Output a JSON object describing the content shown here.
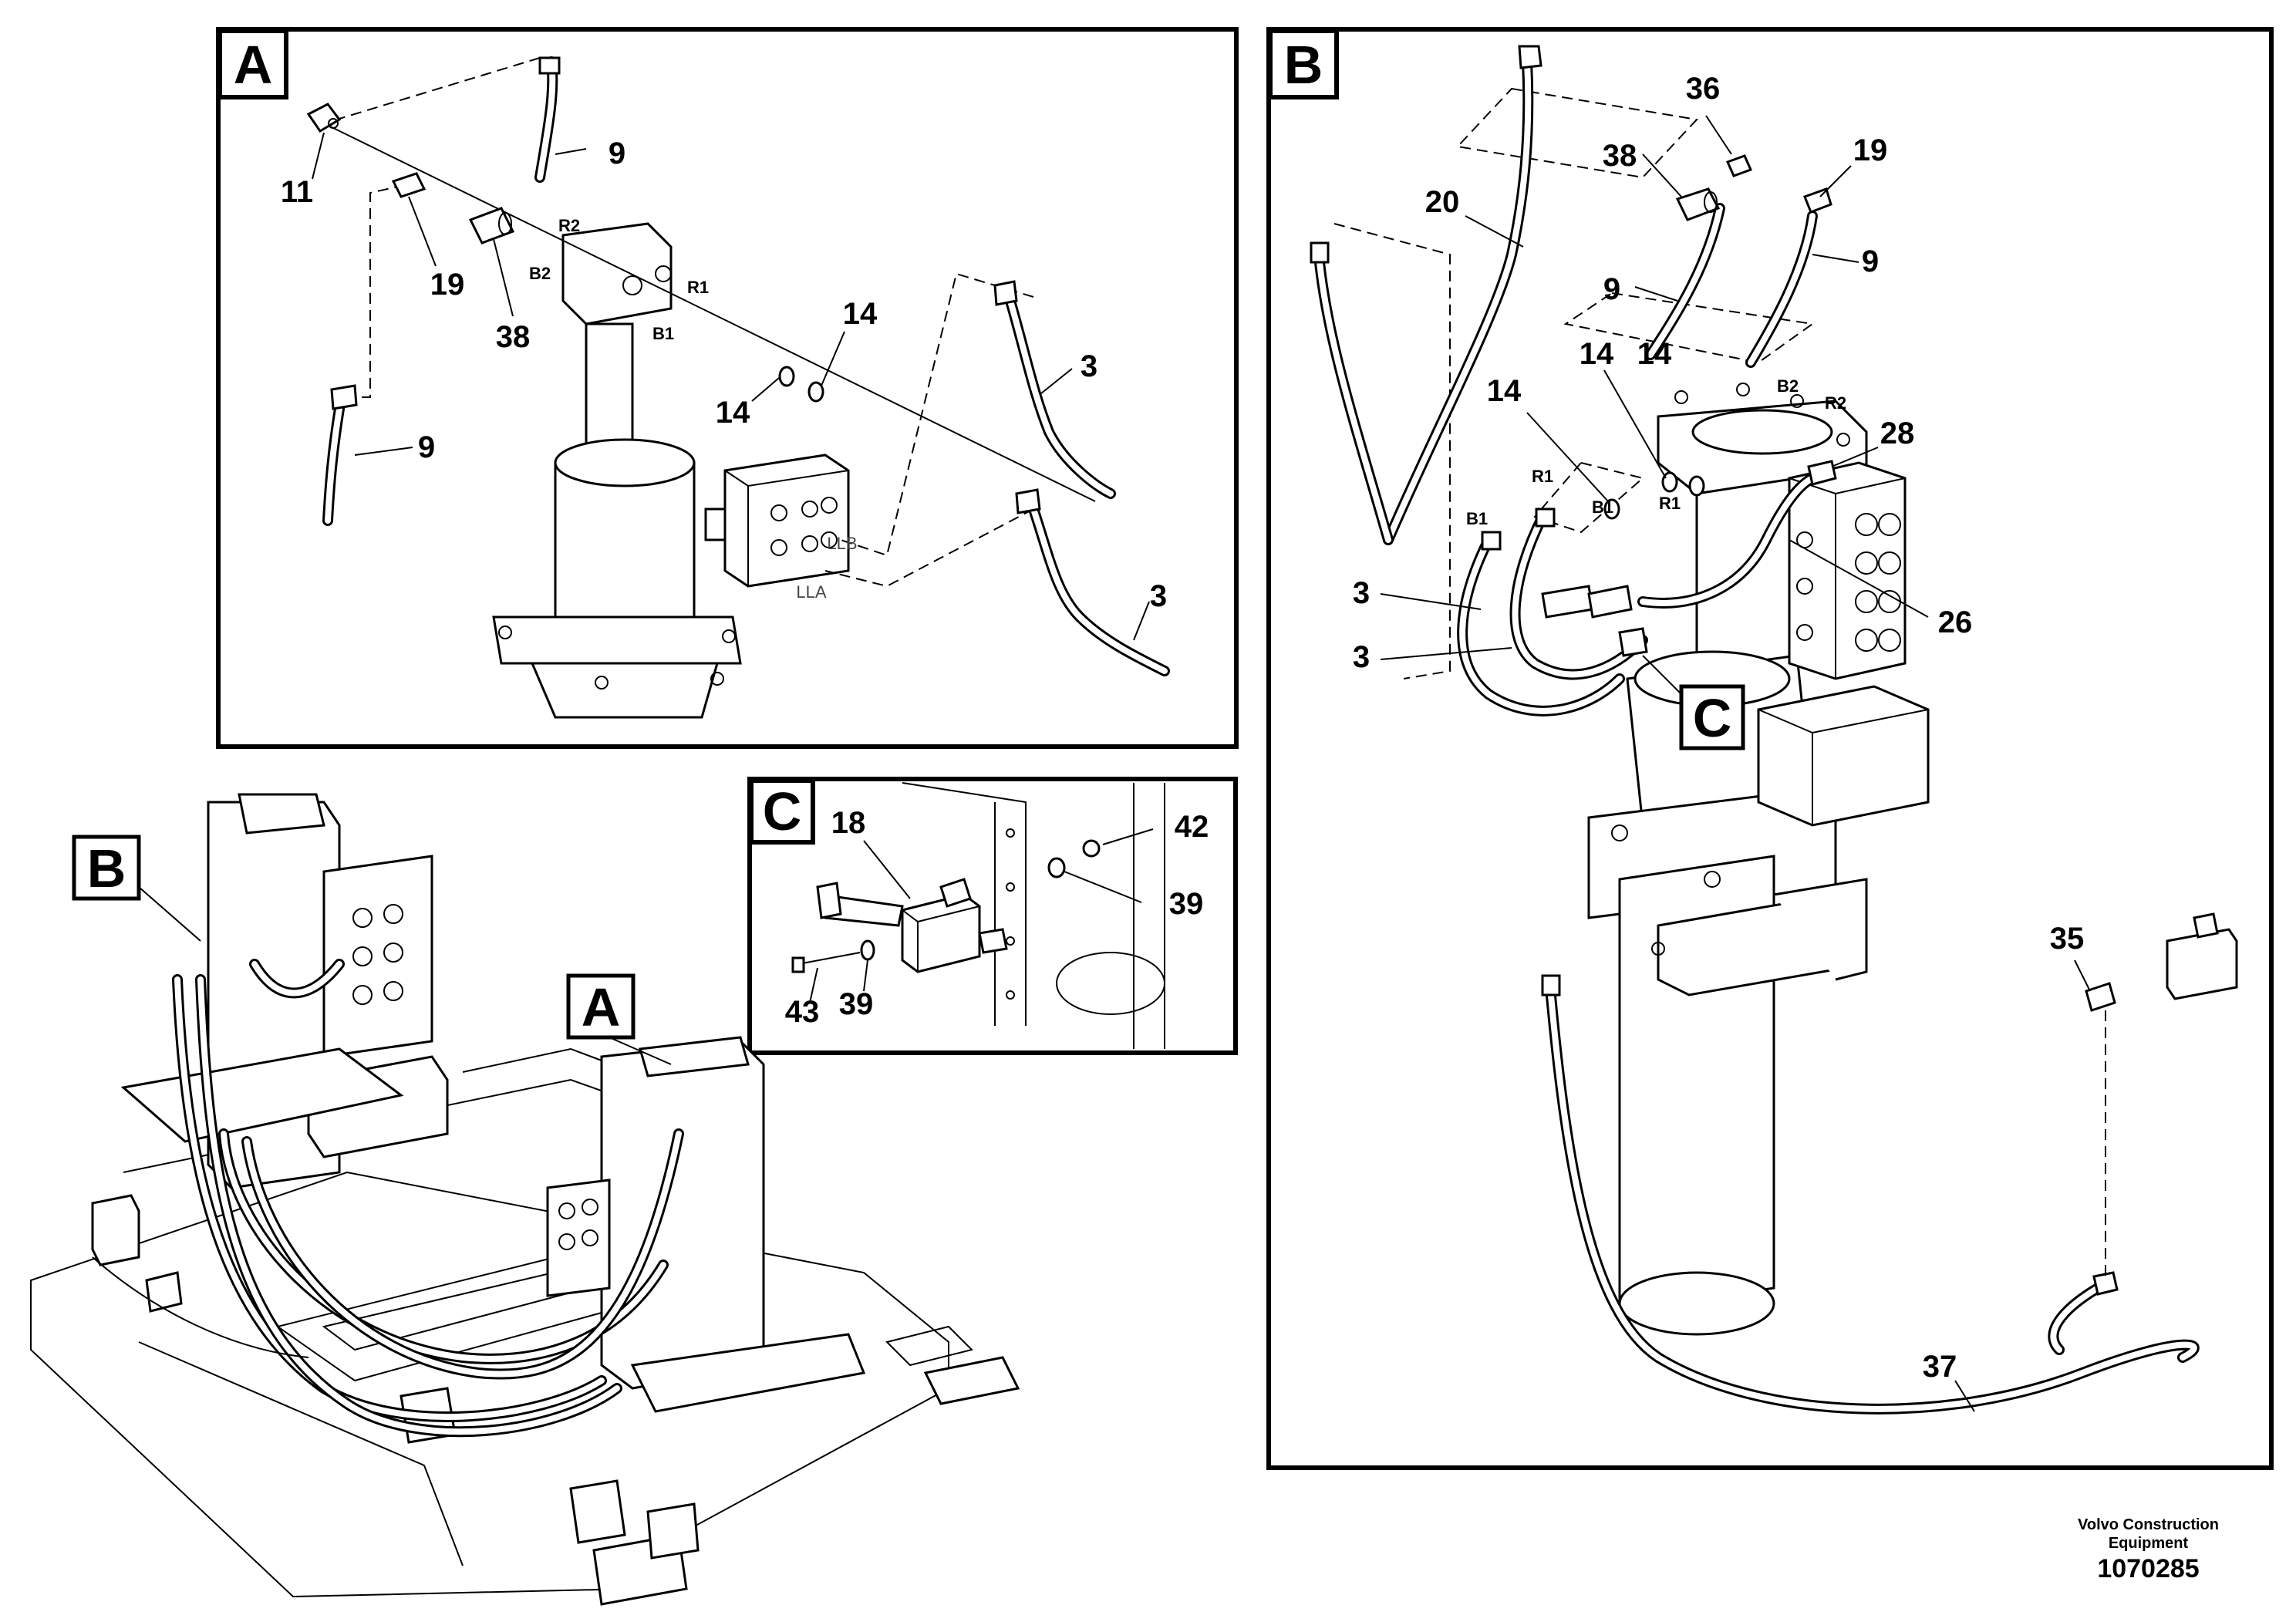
{
  "views": {
    "A": {
      "label": "A",
      "callouts": [
        "11",
        "9",
        "19",
        "38",
        "14",
        "14",
        "3",
        "9",
        "3"
      ],
      "ports": [
        "R2",
        "B2",
        "R1",
        "B1",
        "LLB",
        "LLA"
      ]
    },
    "B": {
      "label": "B",
      "callouts": [
        "20",
        "38",
        "36",
        "19",
        "9",
        "9",
        "14",
        "14",
        "14",
        "28",
        "3",
        "3",
        "26",
        "C",
        "35",
        "37"
      ],
      "ports": [
        "B2",
        "R2",
        "R1",
        "B1",
        "R1",
        "B1"
      ]
    },
    "C": {
      "label": "C",
      "callouts": [
        "18",
        "42",
        "39",
        "43",
        "39"
      ]
    },
    "overview": {
      "markers": [
        "B",
        "A"
      ]
    }
  },
  "footer": {
    "company_line1": "Volvo Construction",
    "company_line2": "Equipment",
    "doc_number": "1070285"
  }
}
